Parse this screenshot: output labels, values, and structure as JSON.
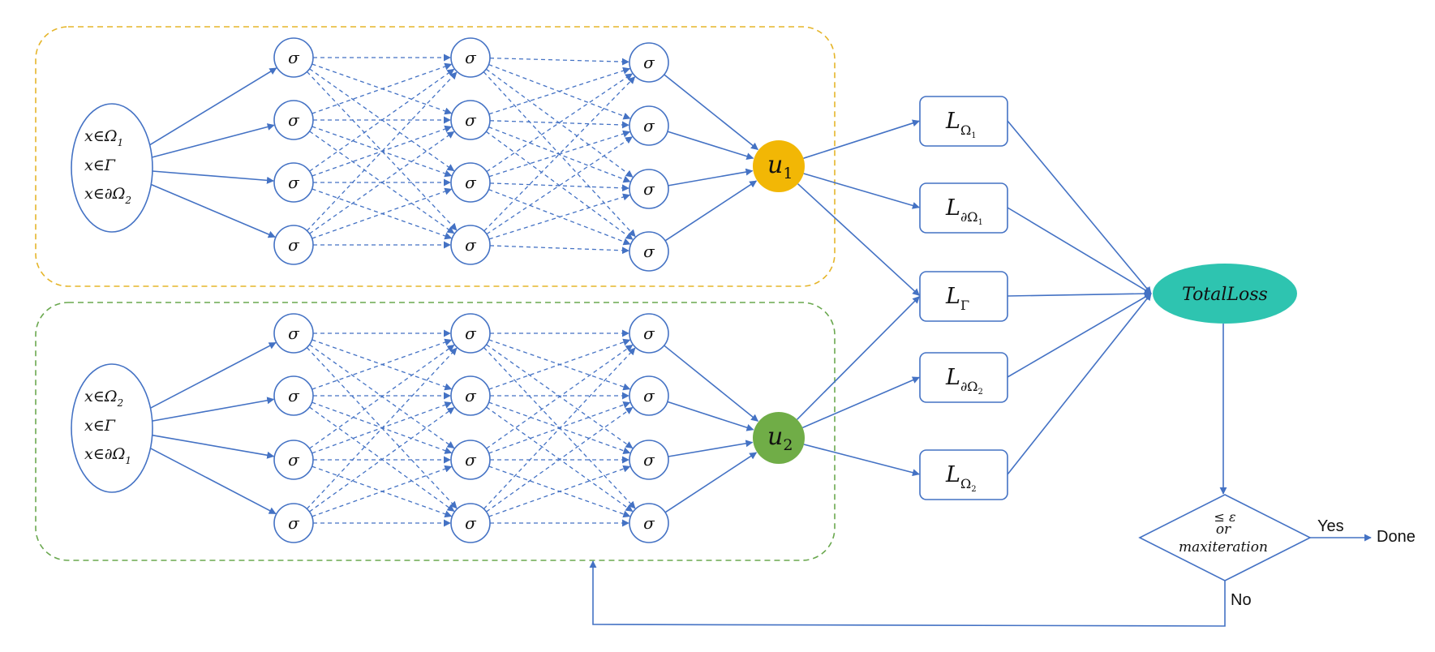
{
  "sigma": "σ",
  "inputs": {
    "top": [
      {
        "pre": "x∈Ω",
        "sub": "1"
      },
      {
        "pre": "x∈Γ",
        "sub": ""
      },
      {
        "pre": "x∈∂Ω",
        "sub": "2"
      }
    ],
    "bottom": [
      {
        "pre": "x∈Ω",
        "sub": "2"
      },
      {
        "pre": "x∈Γ",
        "sub": ""
      },
      {
        "pre": "x∈∂Ω",
        "sub": "1"
      }
    ]
  },
  "outputs": {
    "u1": {
      "base": "u",
      "sub": "1"
    },
    "u2": {
      "base": "u",
      "sub": "2"
    }
  },
  "losses": [
    {
      "id": "L_Omega1",
      "base": "L",
      "sub": "Ω",
      "subsub": "1"
    },
    {
      "id": "L_dOmega1",
      "base": "L",
      "sub": "∂Ω",
      "subsub": "1"
    },
    {
      "id": "L_Gamma",
      "base": "L",
      "sub": "Γ",
      "subsub": ""
    },
    {
      "id": "L_dOmega2",
      "base": "L",
      "sub": "∂Ω",
      "subsub": "2"
    },
    {
      "id": "L_Omega2",
      "base": "L",
      "sub": "Ω",
      "subsub": "2"
    }
  ],
  "total_loss": "TotalLoss",
  "decision": {
    "line1": "≤ ε",
    "line2": "or",
    "line3": "maxiteration"
  },
  "yes_label": "Yes",
  "no_label": "No",
  "done_label": "Done",
  "colors": {
    "line": "#4472c4",
    "u1_fill": "#f2b705",
    "u2_fill": "#70ad47",
    "total_fill": "#2ec4b0",
    "top_box": "#e5b52a",
    "bottom_box": "#6aa84f"
  }
}
